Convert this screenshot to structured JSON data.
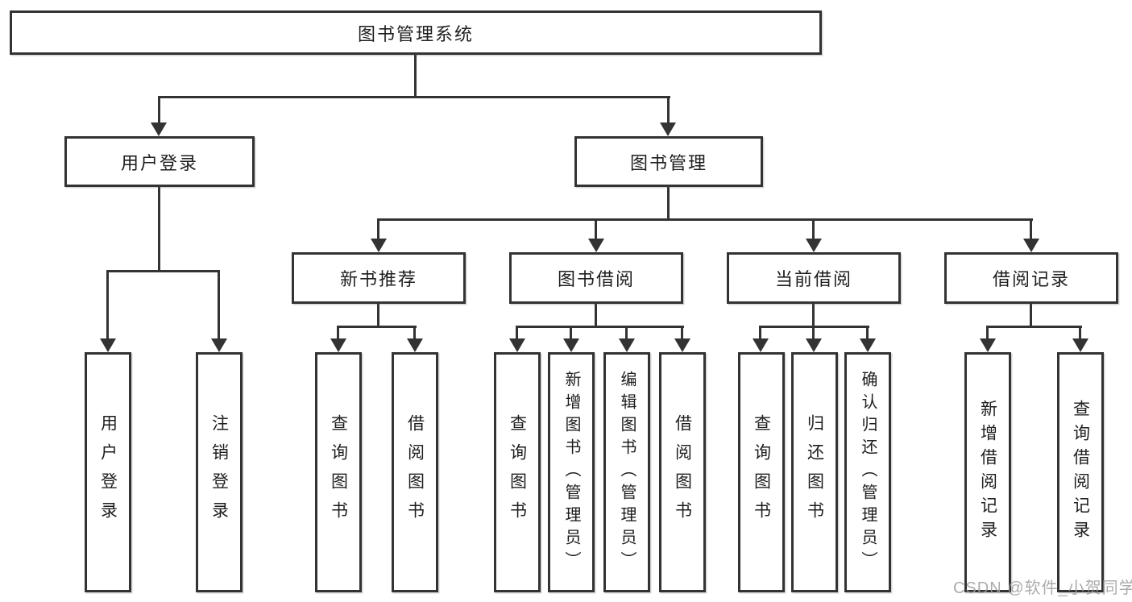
{
  "tree": {
    "root": "图书管理系统",
    "children": [
      {
        "label": "用户登录",
        "leaves": [
          "用户登录",
          "注销登录"
        ]
      },
      {
        "label": "图书管理",
        "children": [
          {
            "label": "新书推荐",
            "leaves": [
              "查询图书",
              "借阅图书"
            ]
          },
          {
            "label": "图书借阅",
            "leaves": [
              "查询图书",
              "新增图书（管理员）",
              "编辑图书（管理员）",
              "借阅图书"
            ]
          },
          {
            "label": "当前借阅",
            "leaves": [
              "查询图书",
              "归还图书",
              "确认归还（管理员）"
            ]
          },
          {
            "label": "借阅记录",
            "leaves": [
              "新增借阅记录",
              "查询借阅记录"
            ]
          }
        ]
      }
    ]
  },
  "watermark": {
    "text": "CSDN @软件_小贺同学"
  },
  "colors": {
    "background": "#ffffff",
    "line": "#333333",
    "box_border": "#333333",
    "box_fill": "#ffffff",
    "text": "#1e1e1e",
    "watermark_text": "#9e9e9e"
  }
}
